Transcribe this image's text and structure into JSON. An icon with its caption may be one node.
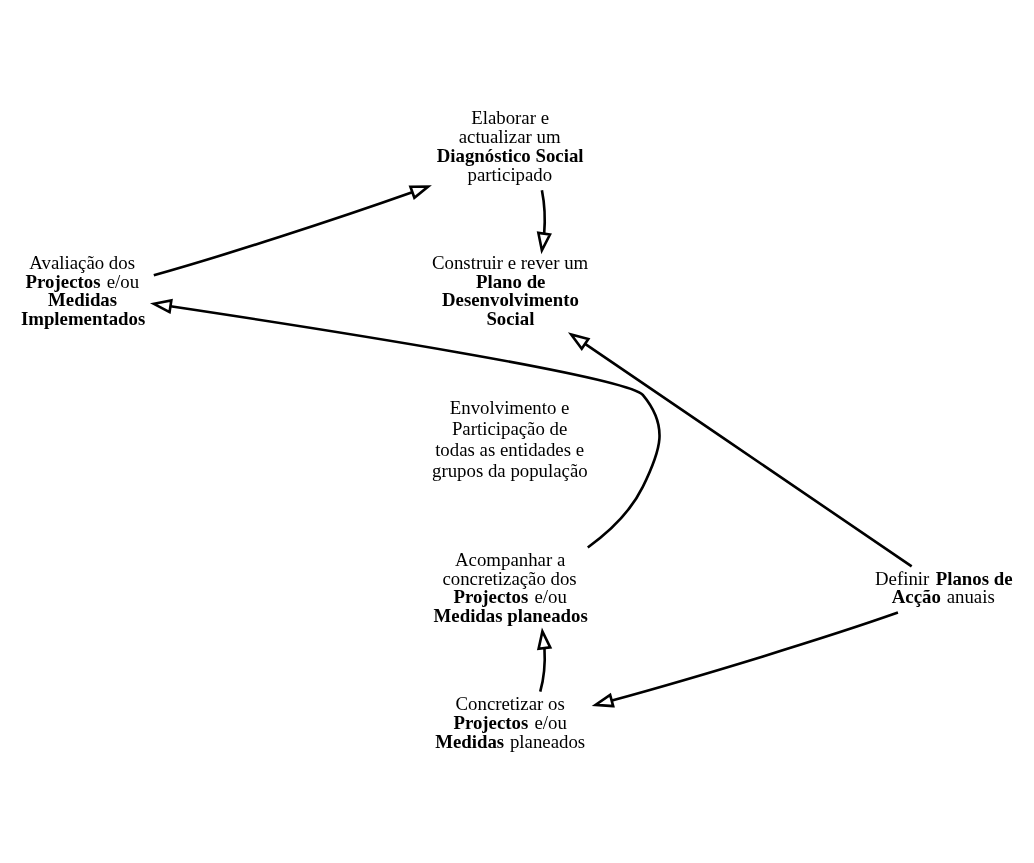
{
  "diagram": {
    "nodes": [
      {
        "text": [
          "Elaborar e actualizar um **Diagnóstico Social** participado"
        ]
      },
      {
        "text": [
          "Construir e rever um **Plano de Desenvolvimento Social**"
        ]
      },
      {
        "text": [
          "Definir **Planos de Acção** anuais"
        ]
      },
      {
        "text": [
          "Concretizar os **Projectos** e/ou **Medidas** planeados"
        ]
      },
      {
        "text": [
          "Acompanhar a concretização dos **Projectos** e/ou **Medidas planeados**"
        ]
      },
      {
        "text": [
          "Avaliação dos **Projectos** e/ou **Medidas Implementados**"
        ]
      },
      {
        "text": [
          "Envolvimento e Participação de todas as entidades e grupos da população"
        ]
      }
    ],
    "edges": [
      {
        "from": 0,
        "to": 1,
        "arrow": "to"
      },
      {
        "from": 2,
        "to": 1,
        "arrow": "to"
      },
      {
        "from": 2,
        "to": 3,
        "arrow": "to"
      },
      {
        "from": 3,
        "to": 4,
        "arrow": "to"
      },
      {
        "from": 4,
        "to": 5,
        "arrow": "to"
      },
      {
        "from": 5,
        "to": 0,
        "arrow": "to"
      }
    ]
  }
}
